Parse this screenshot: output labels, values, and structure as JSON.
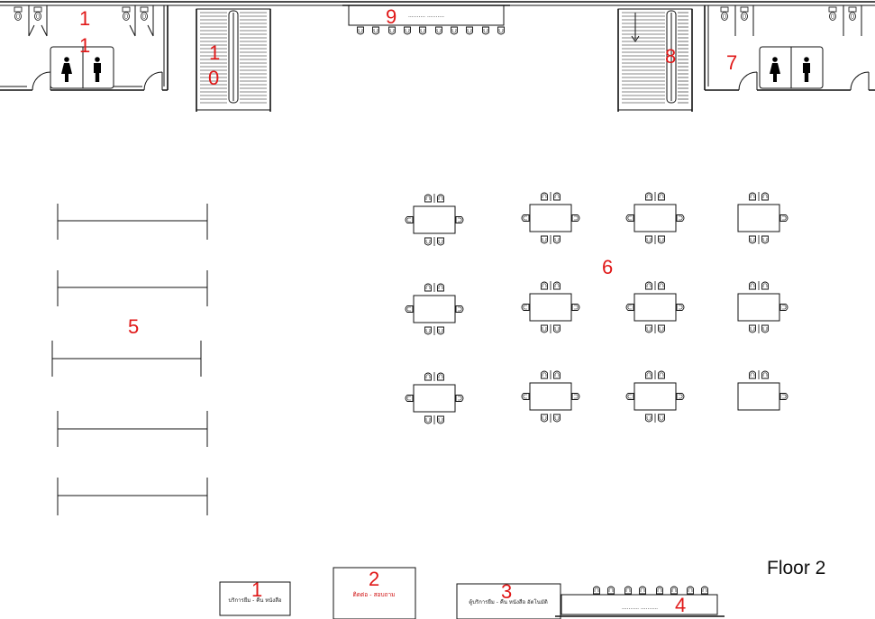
{
  "floor_label": "Floor 2",
  "zones": {
    "z1_restroom_left_a": "1",
    "z1_restroom_left_b": "1",
    "z10_stair_a": "1",
    "z10_stair_b": "0",
    "z9": "9",
    "z8": "8",
    "z7": "7",
    "z6": "6",
    "z5": "5",
    "z1": "1",
    "z2": "2",
    "z3": "3",
    "z4": "4"
  },
  "booths": {
    "b1": "บริการยืม - คืน หนังสือ",
    "b2": "ติดต่อ - สอบถาม",
    "b3": "ตู้บริการยืม - คืน หนังสือ อัตโนมัติ",
    "b4": "..........  ..........",
    "b9": "..........  .........."
  }
}
